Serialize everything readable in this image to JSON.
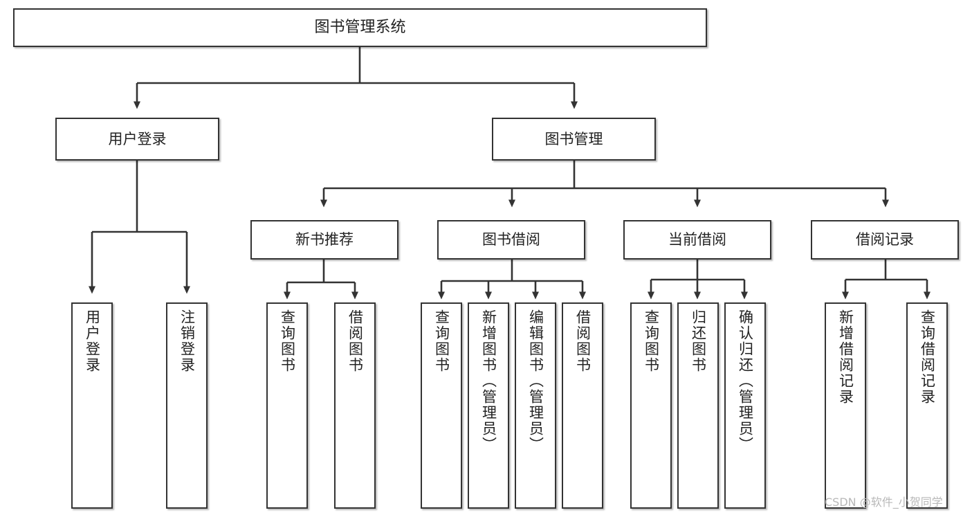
{
  "diagram": {
    "title": "图书管理系统",
    "type": "tree",
    "orientation": "top-down",
    "colors": {
      "box_border": "#333333",
      "box_fill": "#ffffff",
      "connector": "#333333",
      "text": "#222222",
      "watermark": "#b8b8b8"
    },
    "root": {
      "label": "图书管理系统"
    },
    "level2": [
      {
        "label": "用户登录"
      },
      {
        "label": "图书管理"
      }
    ],
    "level3": [
      {
        "label": "新书推荐"
      },
      {
        "label": "图书借阅"
      },
      {
        "label": "当前借阅"
      },
      {
        "label": "借阅记录"
      }
    ],
    "leaves": {
      "user_login": [
        {
          "label": "用户登录"
        },
        {
          "label": "注销登录"
        }
      ],
      "new_book_recommend": [
        {
          "label": "查询图书"
        },
        {
          "label": "借阅图书"
        }
      ],
      "book_borrow": [
        {
          "label": "查询图书"
        },
        {
          "label": "新增图书（管理员）"
        },
        {
          "label": "编辑图书（管理员）"
        },
        {
          "label": "借阅图书"
        }
      ],
      "current_borrow": [
        {
          "label": "查询图书"
        },
        {
          "label": "归还图书"
        },
        {
          "label": "确认归还（管理员）"
        }
      ],
      "borrow_record": [
        {
          "label": "新增借阅记录"
        },
        {
          "label": "查询借阅记录"
        }
      ]
    },
    "watermark": "CSDN @软件_小贺同学"
  }
}
